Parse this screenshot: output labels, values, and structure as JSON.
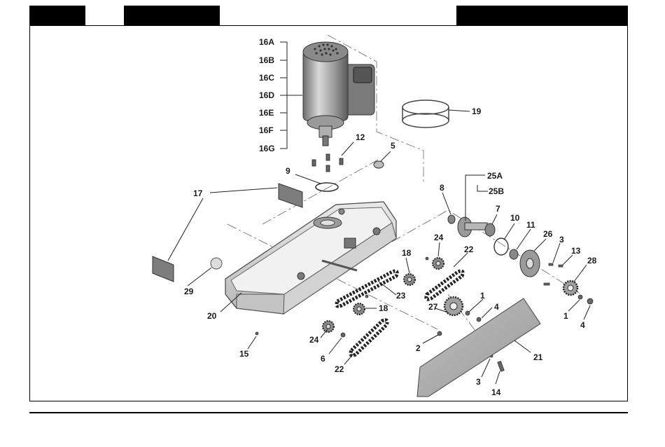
{
  "labels": {
    "l16A": "16A",
    "l16B": "16B",
    "l16C": "16C",
    "l16D": "16D",
    "l16E": "16E",
    "l16F": "16F",
    "l16G": "16G",
    "l12": "12",
    "l5": "5",
    "l19": "19",
    "l9": "9",
    "l17": "17",
    "l8": "8",
    "l25A": "25A",
    "l25B": "25B",
    "l7": "7",
    "l10": "10",
    "l11": "11",
    "l26": "26",
    "l3a": "3",
    "l13": "13",
    "l28": "28",
    "l24a": "24",
    "l22a": "22",
    "l18a": "18",
    "l29": "29",
    "l20": "20",
    "l23": "23",
    "l1a": "1",
    "l4a": "4",
    "l27": "27",
    "l18b": "18",
    "l1b": "1",
    "l4b": "4",
    "l24b": "24",
    "l2": "2",
    "l21": "21",
    "l15": "15",
    "l6": "6",
    "l22b": "22",
    "l3b": "3",
    "l14": "14"
  }
}
